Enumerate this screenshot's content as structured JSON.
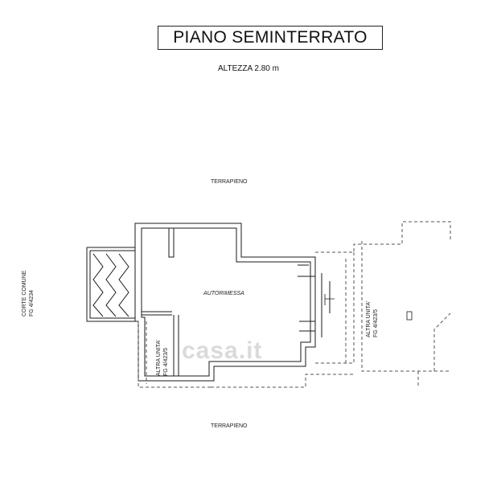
{
  "title": "PIANO SEMINTERRATO",
  "height_note": "ALTEZZA 2.80 m",
  "labels": {
    "terrapieno_top": "TERRAPIENO",
    "terrapieno_bottom": "TERRAPIENO",
    "corte_line1": "CORTE COMUNE",
    "corte_line2": "FG 4/4234",
    "room": "AUTORIMESSA",
    "altra_left_line1": "ALTRA UNITA'",
    "altra_left_line2": "FG 4/423/5",
    "altra_right_line1": "ALTRA UNITA'",
    "altra_right_line2": "FG 4/423/5"
  },
  "watermark": "casa.it",
  "colors": {
    "line": "#1a1a1a",
    "dash": "#555555"
  }
}
